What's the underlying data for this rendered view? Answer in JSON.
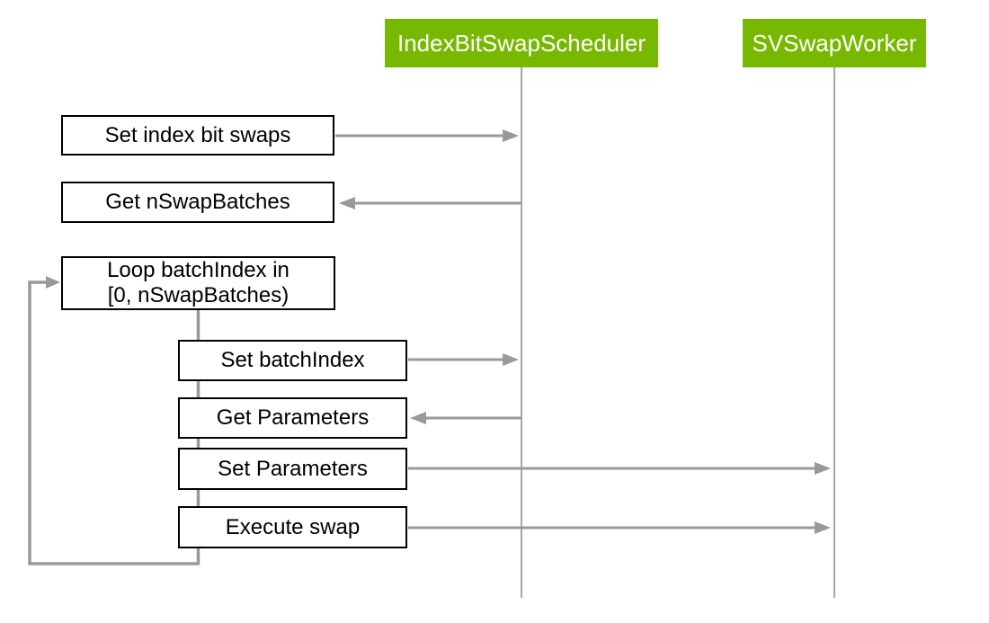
{
  "diagram": {
    "type": "sequence-diagram",
    "actors": [
      {
        "id": "scheduler",
        "label": "IndexBitSwapScheduler"
      },
      {
        "id": "worker",
        "label": "SVSwapWorker"
      }
    ],
    "steps": [
      {
        "label": "Set index bit swaps",
        "arrow": "to-scheduler"
      },
      {
        "label": "Get nSwapBatches",
        "arrow": "from-scheduler"
      },
      {
        "type": "loop",
        "label_line1": "Loop batchIndex in",
        "label_line2": "[0, nSwapBatches)"
      },
      {
        "label": "Set batchIndex",
        "arrow": "to-scheduler"
      },
      {
        "label": "Get Parameters",
        "arrow": "from-scheduler"
      },
      {
        "label": "Set Parameters",
        "arrow": "to-worker"
      },
      {
        "label": "Execute swap",
        "arrow": "to-worker"
      }
    ],
    "colors": {
      "actor_bg": "#76B900",
      "actor_text": "#FFFFFF",
      "arrow": "#999999",
      "lifeline": "#8A8A8A",
      "box_border": "#000000",
      "box_text": "#000000",
      "canvas_bg": "#FFFFFF"
    }
  }
}
